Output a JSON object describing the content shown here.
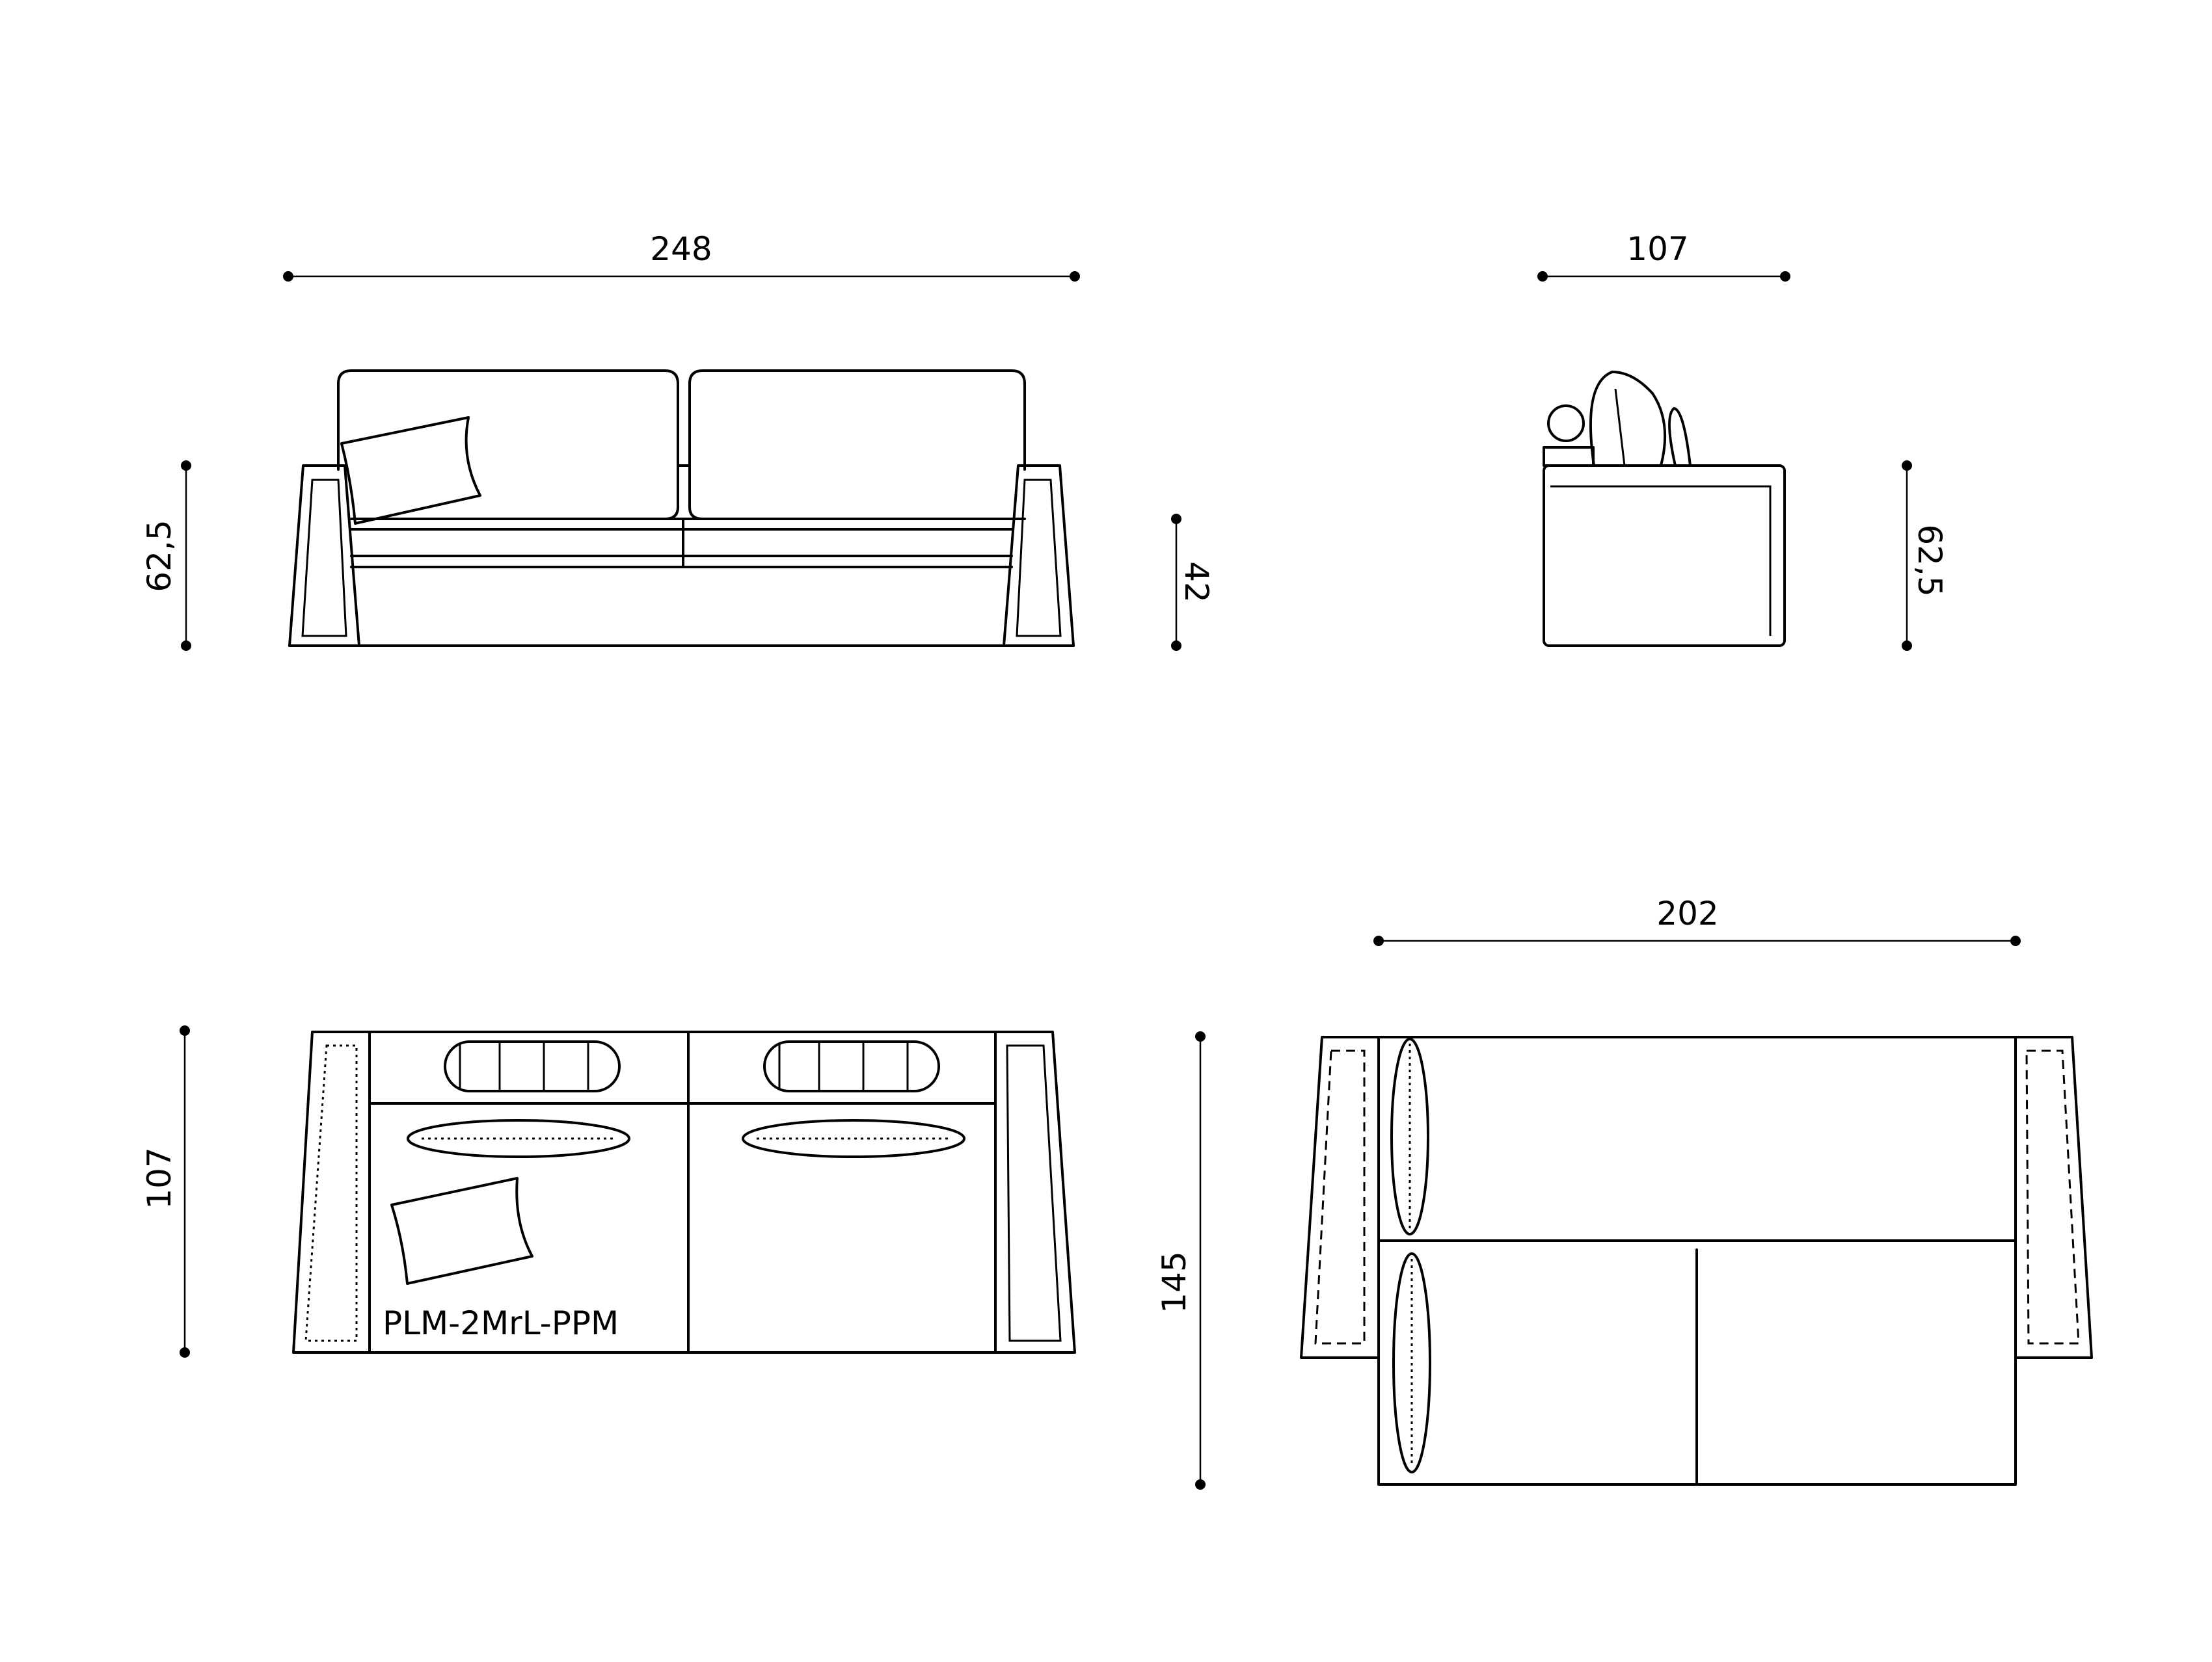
{
  "dimensions": {
    "front_width": "248",
    "front_height": "62,5",
    "front_seat_height": "42",
    "side_depth": "107",
    "side_height": "62,5",
    "top_depth": "107",
    "bed_width": "202",
    "bed_length": "145"
  },
  "model_code": "PLM-2MrL-PPM",
  "colors": {
    "line": "#000000",
    "background": "#ffffff"
  }
}
